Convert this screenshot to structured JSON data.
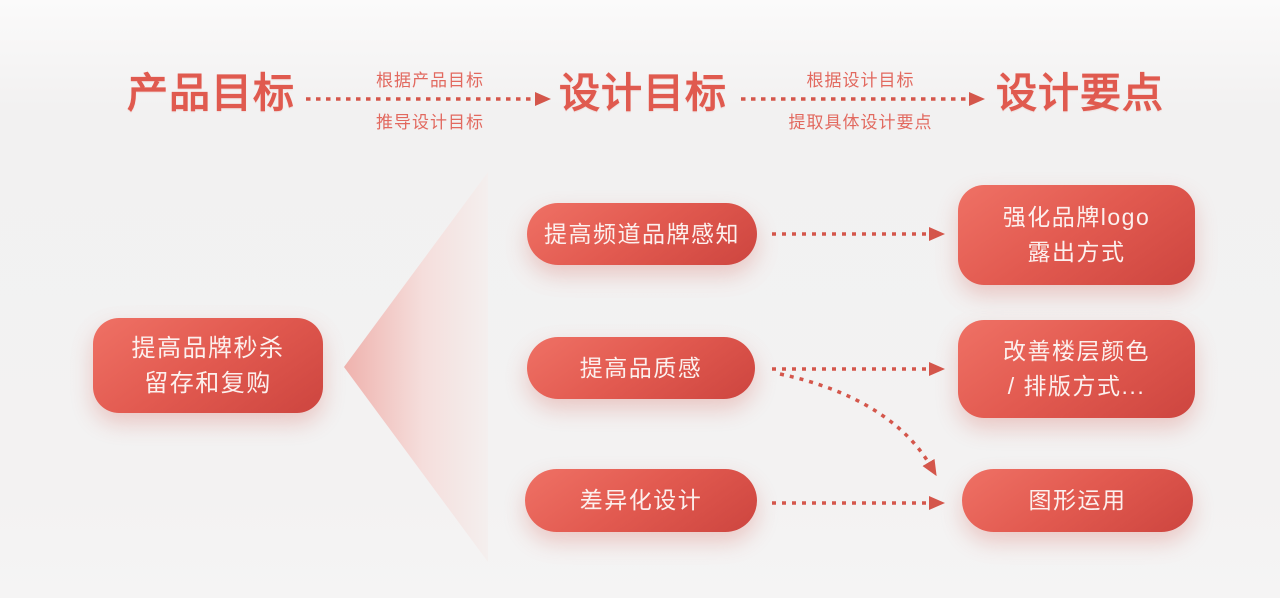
{
  "colors": {
    "background": "#f3f2f2",
    "heading_red": "#e05a4f",
    "label_red": "#e2695f",
    "arrow_red": "#d4564b",
    "box_gradient_start": "#ef7165",
    "box_gradient_end": "#cd453f",
    "box_text": "#fcf0ee",
    "funnel_pink": "#efb2ad"
  },
  "headers": [
    {
      "label": "产品目标"
    },
    {
      "label": "设计目标"
    },
    {
      "label": "设计要点"
    }
  ],
  "transitions": [
    {
      "top_label": "根据产品目标",
      "bottom_label": "推导设计目标"
    },
    {
      "top_label": "根据设计目标",
      "bottom_label": "提取具体设计要点"
    }
  ],
  "product_goal": {
    "lines": [
      "提高品牌秒杀",
      "留存和复购"
    ]
  },
  "design_goals": [
    {
      "label": "提高频道品牌感知"
    },
    {
      "label": "提高品质感"
    },
    {
      "label": "差异化设计"
    }
  ],
  "design_points": [
    {
      "line1": "强化品牌logo",
      "line2": "露出方式"
    },
    {
      "line1": "改善楼层颜色",
      "line2": "/ 排版方式..."
    },
    {
      "line1": "图形运用"
    }
  ]
}
